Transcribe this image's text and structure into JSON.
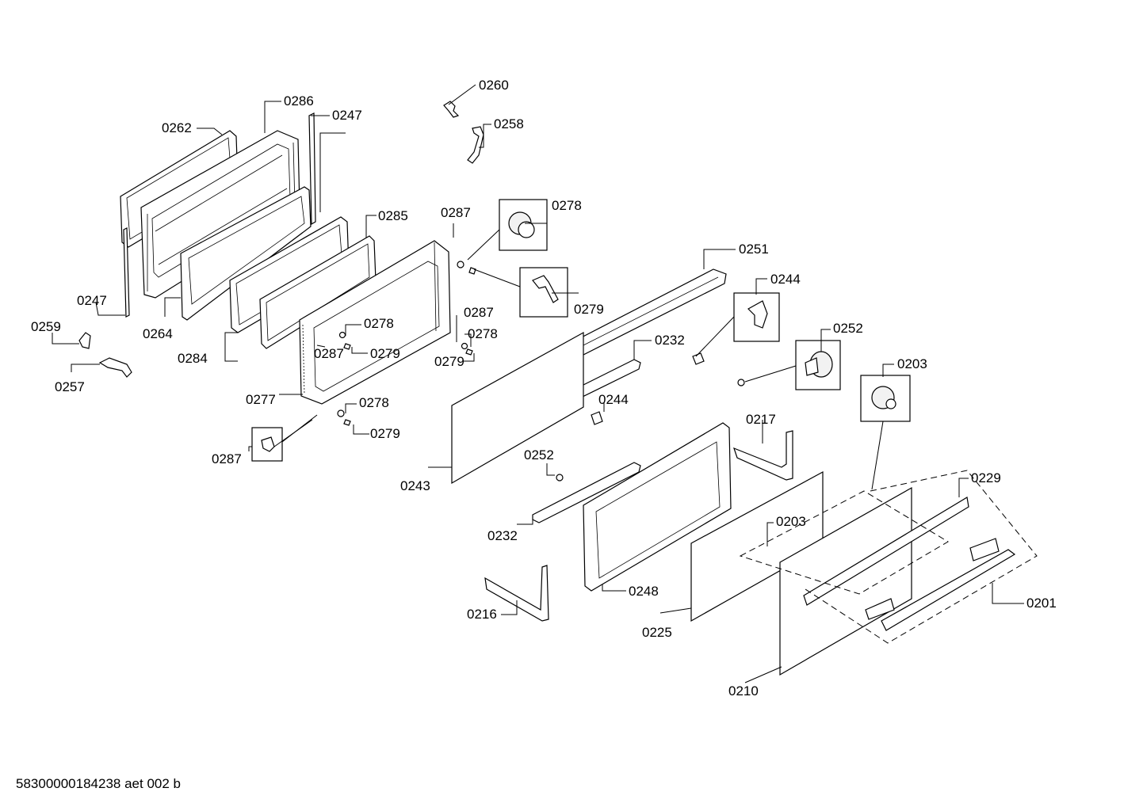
{
  "document_id": "58300000184238 aet 002 b",
  "labels": [
    {
      "id": "c0260",
      "text": "0260"
    },
    {
      "id": "c0258",
      "text": "0258"
    },
    {
      "id": "c0286",
      "text": "0286"
    },
    {
      "id": "c0247a",
      "text": "0247"
    },
    {
      "id": "c0262",
      "text": "0262"
    },
    {
      "id": "c0285",
      "text": "0285"
    },
    {
      "id": "c0287a",
      "text": "0287"
    },
    {
      "id": "c0278a",
      "text": "0278"
    },
    {
      "id": "c0251",
      "text": "0251"
    },
    {
      "id": "c0279a",
      "text": "0279"
    },
    {
      "id": "c0244a",
      "text": "0244"
    },
    {
      "id": "c0247b",
      "text": "0247"
    },
    {
      "id": "c0259",
      "text": "0259"
    },
    {
      "id": "c0264",
      "text": "0264"
    },
    {
      "id": "c0278b",
      "text": "0278"
    },
    {
      "id": "c0287b",
      "text": "0287"
    },
    {
      "id": "c0278c",
      "text": "0278"
    },
    {
      "id": "c0252a",
      "text": "0252"
    },
    {
      "id": "c0232a",
      "text": "0232"
    },
    {
      "id": "c0284",
      "text": "0284"
    },
    {
      "id": "c0287c",
      "text": "0287"
    },
    {
      "id": "c0279b",
      "text": "0279"
    },
    {
      "id": "c0279c",
      "text": "0279"
    },
    {
      "id": "c0203a",
      "text": "0203"
    },
    {
      "id": "c0257",
      "text": "0257"
    },
    {
      "id": "c0277",
      "text": "0277"
    },
    {
      "id": "c0244b",
      "text": "0244"
    },
    {
      "id": "c0278d",
      "text": "0278"
    },
    {
      "id": "c0217",
      "text": "0217"
    },
    {
      "id": "c0279d",
      "text": "0279"
    },
    {
      "id": "c0287d",
      "text": "0287"
    },
    {
      "id": "c0252b",
      "text": "0252"
    },
    {
      "id": "c0229",
      "text": "0229"
    },
    {
      "id": "c0243",
      "text": "0243"
    },
    {
      "id": "c0203b",
      "text": "0203"
    },
    {
      "id": "c0232b",
      "text": "0232"
    },
    {
      "id": "c0248",
      "text": "0248"
    },
    {
      "id": "c0201",
      "text": "0201"
    },
    {
      "id": "c0216",
      "text": "0216"
    },
    {
      "id": "c0225",
      "text": "0225"
    },
    {
      "id": "c0210",
      "text": "0210"
    }
  ]
}
